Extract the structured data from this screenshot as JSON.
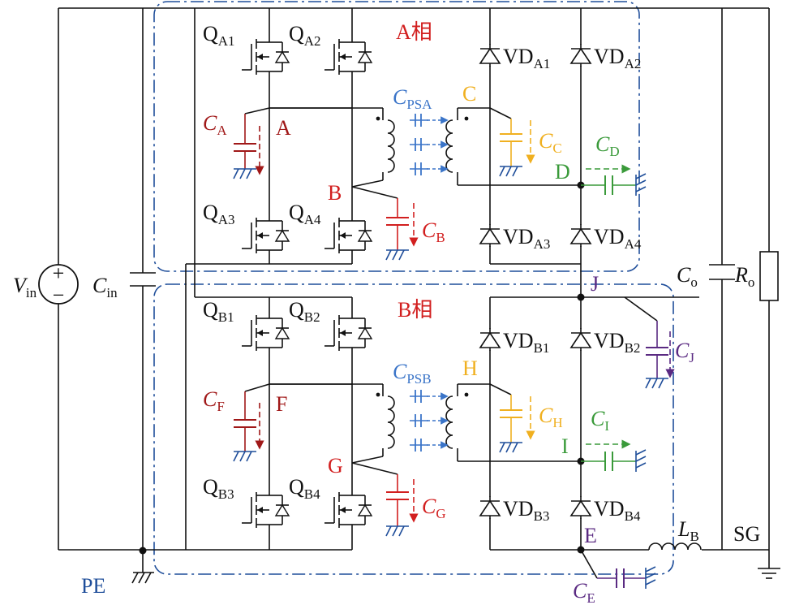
{
  "colors": {
    "wire": "#111111",
    "frame": "#1f4e9a",
    "red": "#d21f1f",
    "darkred": "#a01818",
    "blue": "#3a74c8",
    "orange": "#f0b020",
    "green": "#3a9a3a",
    "purple": "#5a2a82",
    "navy": "#1f4e9a"
  },
  "phase_a": {
    "title": "A相"
  },
  "phase_b": {
    "title": "B相"
  },
  "switches_a": [
    {
      "main": "Q",
      "sub": "A1"
    },
    {
      "main": "Q",
      "sub": "A2"
    },
    {
      "main": "Q",
      "sub": "A3"
    },
    {
      "main": "Q",
      "sub": "A4"
    }
  ],
  "switches_b": [
    {
      "main": "Q",
      "sub": "B1"
    },
    {
      "main": "Q",
      "sub": "B2"
    },
    {
      "main": "Q",
      "sub": "B3"
    },
    {
      "main": "Q",
      "sub": "B4"
    }
  ],
  "diodes_a": [
    {
      "main": "VD",
      "sub": "A1"
    },
    {
      "main": "VD",
      "sub": "A2"
    },
    {
      "main": "VD",
      "sub": "A3"
    },
    {
      "main": "VD",
      "sub": "A4"
    }
  ],
  "diodes_b": [
    {
      "main": "VD",
      "sub": "B1"
    },
    {
      "main": "VD",
      "sub": "B2"
    },
    {
      "main": "VD",
      "sub": "B3"
    },
    {
      "main": "VD",
      "sub": "B4"
    }
  ],
  "nodes": {
    "A": "A",
    "B": "B",
    "C": "C",
    "D": "D",
    "E": "E",
    "F": "F",
    "G": "G",
    "H": "H",
    "I": "I",
    "J": "J"
  },
  "parasitics": {
    "ca": {
      "main": "C",
      "sub": "A"
    },
    "cb": {
      "main": "C",
      "sub": "B"
    },
    "cc": {
      "main": "C",
      "sub": "C"
    },
    "cd": {
      "main": "C",
      "sub": "D"
    },
    "ce": {
      "main": "C",
      "sub": "E"
    },
    "cf": {
      "main": "C",
      "sub": "F"
    },
    "cg": {
      "main": "C",
      "sub": "G"
    },
    "ch": {
      "main": "C",
      "sub": "H"
    },
    "ci": {
      "main": "C",
      "sub": "I"
    },
    "cj": {
      "main": "C",
      "sub": "J"
    },
    "cpsa": {
      "main": "C",
      "sub": "PSA"
    },
    "cpsb": {
      "main": "C",
      "sub": "PSB"
    }
  },
  "source": {
    "vin": {
      "main": "V",
      "sub": "in"
    },
    "plus": "+",
    "minus": "−",
    "cin": {
      "main": "C",
      "sub": "in"
    }
  },
  "output": {
    "co": {
      "main": "C",
      "sub": "o"
    },
    "ro": {
      "main": "R",
      "sub": "o"
    },
    "lb": {
      "main": "L",
      "sub": "B"
    },
    "sg": "SG",
    "pe": "PE"
  }
}
